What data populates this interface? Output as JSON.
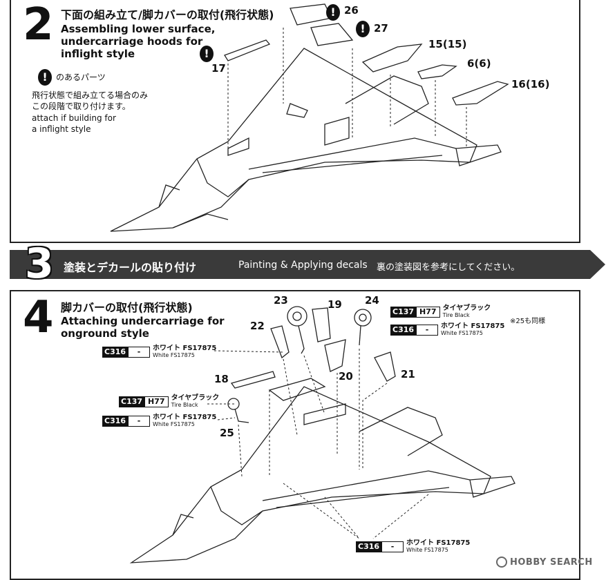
{
  "step2": {
    "number": "2",
    "title_jp": "下面の組み立て/脚カバーの取付(飛行状態)",
    "title_en_1": "Assembling lower surface,",
    "title_en_2": "undercarriage hoods for",
    "title_en_3": "inflight style",
    "caution_label": "のあるパーツ",
    "note_jp_1": "飛行状態で組み立てる場合のみ",
    "note_jp_2": "この段階で取り付けます。",
    "note_en_1": "attach if building for",
    "note_en_2": " a inflight style",
    "parts": [
      "26",
      "27",
      "15(15)",
      "6(6)",
      "16(16)",
      "17"
    ]
  },
  "step3": {
    "number": "3",
    "title_jp": "塗装とデカールの貼り付け",
    "title_en": "Painting & Applying decals",
    "note_jp": "裏の塗装図を参考にしてください。"
  },
  "step4": {
    "number": "4",
    "title_jp": "脚カバーの取付(飛行状態)",
    "title_en_1": "Attaching undercarriage for",
    "title_en_2": "onground style",
    "note": "※25も同様",
    "parts": [
      "23",
      "19",
      "24",
      "22",
      "20",
      "21",
      "18",
      "25"
    ]
  },
  "paints": {
    "c316": "C316",
    "c137": "C137",
    "h77": "H77",
    "dash": "-",
    "white_jp": "ホワイト FS17875",
    "white_en": "White FS17875",
    "tire_jp": "タイヤブラック",
    "tire_en": "Tire Black"
  },
  "watermark": "HOBBY SEARCH",
  "caution_symbol": "!"
}
